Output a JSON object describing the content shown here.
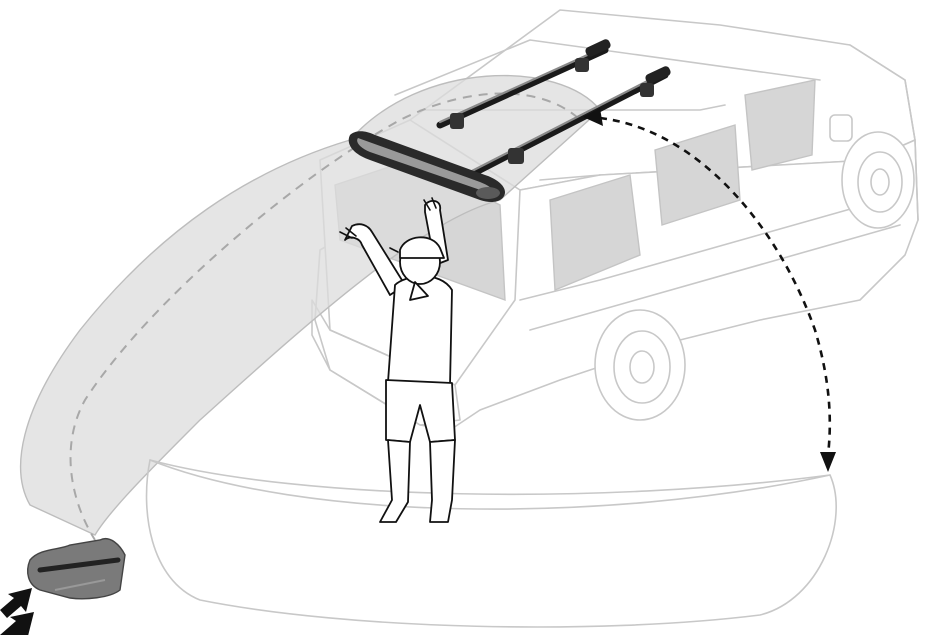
{
  "scene": {
    "colors": {
      "ghost_outline": "#c8c8c8",
      "window_tint": "#d6d6d6",
      "rack_bar": "#1a1a1a",
      "person_ink": "#111111",
      "arrow_ink": "#111111"
    },
    "icons": [
      "suv-outline",
      "roof-rack",
      "rolled-canoe-on-rack",
      "person-raising-arms",
      "canoe-ghost-arc",
      "folded-canoe-package",
      "motion-arrow",
      "dashed-swing-arrow"
    ]
  }
}
